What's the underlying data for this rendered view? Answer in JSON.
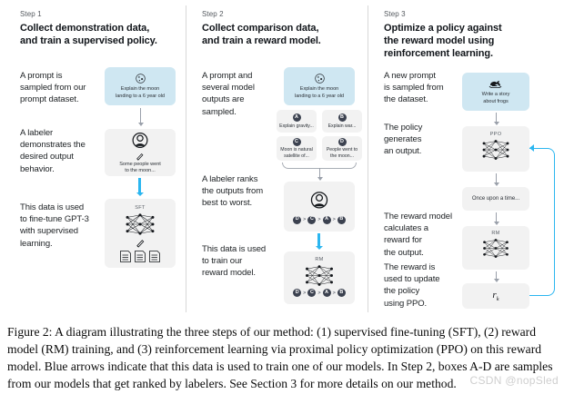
{
  "figure": {
    "columns": [
      {
        "step_label": "Step 1",
        "title": "Collect demonstration data,\nand train a supervised policy.",
        "paragraphs": [
          "A prompt is\nsampled from our\nprompt dataset.",
          "A labeler\ndemonstrates the\ndesired output\nbehavior.",
          "This data is used\nto fine-tune GPT-3\nwith supervised\nlearning."
        ],
        "boxes": [
          {
            "name": "prompt-box",
            "style": "blue",
            "icon": "moon-icon",
            "caption": "Explain the moon\nlanding to a 6 year old"
          },
          {
            "name": "labeler-box",
            "style": "grey",
            "icon": "labeler-icon",
            "caption": "Some people went\nto the moon..."
          },
          {
            "name": "sft-box",
            "style": "grey",
            "icon": "neural-net-icon",
            "title": "SFT",
            "caption": ""
          }
        ]
      },
      {
        "step_label": "Step 2",
        "title": "Collect comparison data,\nand train a reward model.",
        "paragraphs": [
          "A prompt and\nseveral model\noutputs are\nsampled.",
          "A labeler ranks\nthe outputs from\nbest to worst.",
          "This data is used\nto train our\nreward model."
        ],
        "boxes": [
          {
            "name": "prompt-box",
            "style": "blue",
            "icon": "moon-icon",
            "caption": "Explain the moon\nlanding to a 6 year old"
          },
          {
            "name": "ranking-box",
            "style": "grey",
            "icon": "labeler-icon",
            "title": "",
            "caption": ""
          },
          {
            "name": "rm-box",
            "style": "grey",
            "icon": "neural-net-icon",
            "title": "RM",
            "caption": ""
          }
        ],
        "options": [
          {
            "letter": "A",
            "text": "Explain gravity..."
          },
          {
            "letter": "B",
            "text": "Explain war..."
          },
          {
            "letter": "C",
            "text": "Moon is natural\nsatellite of..."
          },
          {
            "letter": "D",
            "text": "People went to\nthe moon..."
          }
        ],
        "ranking": [
          "D",
          "C",
          "A",
          "B"
        ],
        "ranking_separator": ">"
      },
      {
        "step_label": "Step 3",
        "title": "Optimize a policy against\nthe reward model using\nreinforcement learning.",
        "paragraphs": [
          "A new prompt\nis sampled from\nthe dataset.",
          "The policy\ngenerates\nan output.",
          "The reward model\ncalculates a\nreward for\nthe output.",
          "The reward is\nused to update\nthe policy\nusing PPO."
        ],
        "boxes": [
          {
            "name": "prompt-box",
            "style": "blue",
            "icon": "frog-icon",
            "caption": "Write a story\nabout frogs"
          },
          {
            "name": "ppo-box",
            "style": "grey",
            "icon": "neural-net-icon",
            "title": "PPO",
            "caption": ""
          },
          {
            "name": "output-box",
            "style": "grey",
            "icon": "",
            "title": "",
            "caption": "Once upon a time..."
          },
          {
            "name": "rm-box",
            "style": "grey",
            "icon": "neural-net-icon",
            "title": "RM",
            "caption": ""
          },
          {
            "name": "reward-box",
            "style": "grey",
            "icon": "",
            "title": "",
            "caption": "r k"
          }
        ],
        "reward_symbol": "r",
        "reward_subscript": "k"
      }
    ],
    "colors": {
      "prompt_box_blue": "#cfe7f2",
      "model_box_grey": "#f2f2f2",
      "blue_arrow": "#2bb6f0",
      "grey_arrow": "#9aa0aa",
      "chip_dark": "#3c4250"
    }
  },
  "caption": {
    "text": "Figure 2: A diagram illustrating the three steps of our method: (1) supervised fine-tuning (SFT), (2) reward model (RM) training, and (3) reinforcement learning via proximal policy optimization (PPO) on this reward model. Blue arrows indicate that this data is used to train one of our models. In Step 2, boxes A-D are samples from our models that get ranked by labelers. See Section 3 for more details on our method."
  },
  "watermark": {
    "text": "CSDN @nopSled"
  }
}
